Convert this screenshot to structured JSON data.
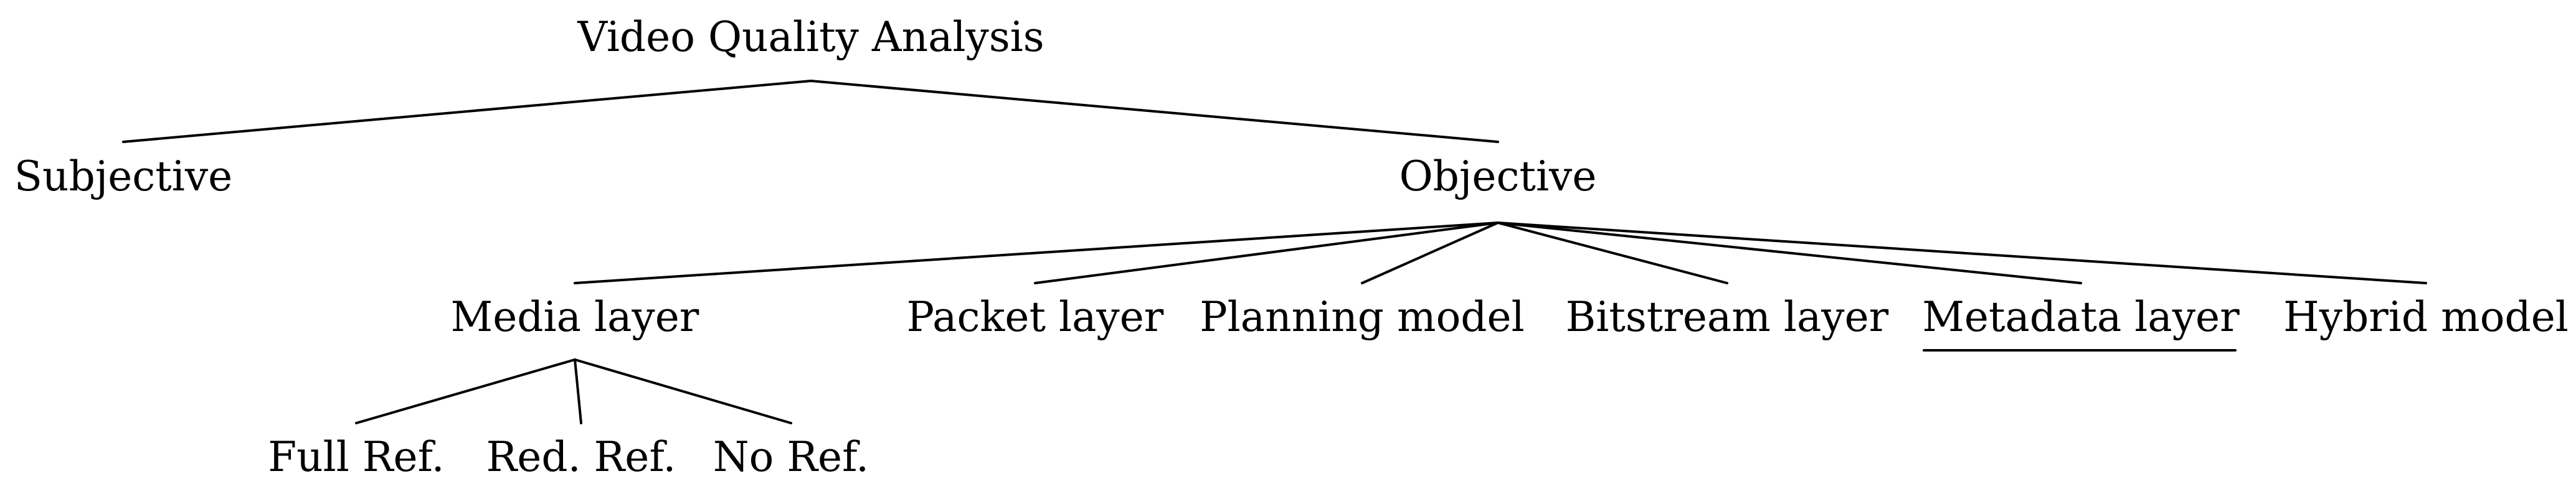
{
  "diagram": {
    "root": {
      "label": "Video Quality Analysis"
    },
    "level1": {
      "subjective": "Subjective",
      "objective": "Objective"
    },
    "objective_children": {
      "media_layer": "Media layer",
      "packet_layer": "Packet layer",
      "planning_model": "Planning model",
      "bitstream_layer": "Bitstream layer",
      "metadata_layer": "Metadata layer",
      "hybrid_model": "Hybrid model"
    },
    "media_layer_children": {
      "full_ref": "Full Ref.",
      "reduced_ref": "Red. Ref.",
      "no_ref": "No Ref."
    },
    "highlighted_node": "Metadata layer"
  }
}
